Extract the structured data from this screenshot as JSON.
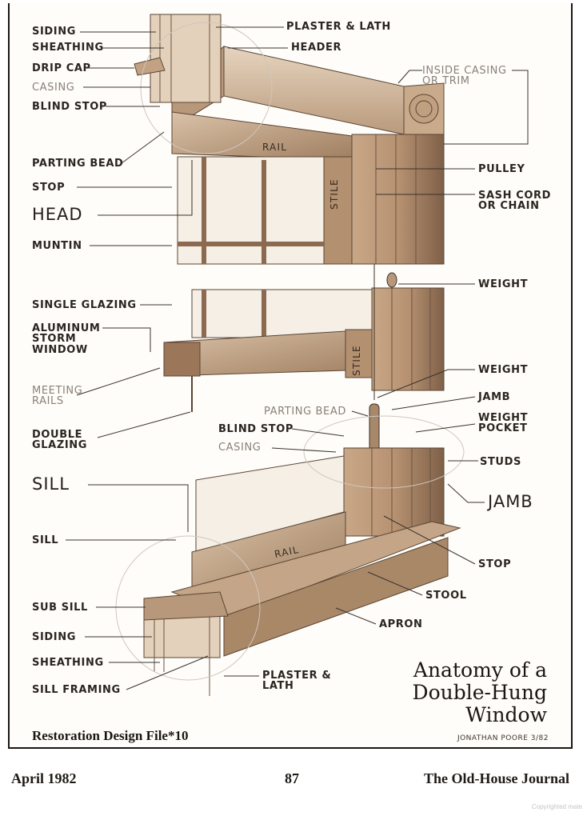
{
  "title": [
    "Anatomy of a",
    "Double-Hung",
    "Window"
  ],
  "series_title": "Restoration Design File*10",
  "signature": "JONATHAN POORE 3/82",
  "footer": {
    "date": "April 1982",
    "page": "87",
    "publication": "The Old-House Journal"
  },
  "watermark": "Copyrighted mate",
  "labels": {
    "siding_top": "SIDING",
    "sheathing_top": "SHEATHING",
    "drip_cap": "DRIP CAP",
    "casing_left": "CASING",
    "blind_stop_top": "BLIND STOP",
    "parting_bead_top": "PARTING BEAD",
    "stop_top": "STOP",
    "head": "HEAD",
    "muntin": "MUNTIN",
    "single_glazing": "SINGLE GLAZING",
    "aluminum_storm": "ALUMINUM\nSTORM\nWINDOW",
    "meeting_rails": "MEETING\nRAILS",
    "double_glazing": "DOUBLE\nGLAZING",
    "sill_heading": "SILL",
    "sill": "SILL",
    "sub_sill": "SUB SILL",
    "siding_bottom": "SIDING",
    "sheathing_bottom": "SHEATHING",
    "sill_framing": "SILL FRAMING",
    "plaster_lath_top": "PLASTER & LATH",
    "header": "HEADER",
    "inside_casing": "INSIDE CASING\nOR TRIM",
    "pulley": "PULLEY",
    "sash_cord": "SASH CORD\nOR CHAIN",
    "weight_1": "WEIGHT",
    "weight_2": "WEIGHT",
    "jamb_small": "JAMB",
    "weight_pocket": "WEIGHT\nPOCKET",
    "parting_bead_mid": "PARTING BEAD",
    "blind_stop_mid": "BLIND STOP",
    "casing_mid": "CASING",
    "studs": "STUDS",
    "jamb_big": "JAMB",
    "stop_bottom": "STOP",
    "stool": "STOOL",
    "apron": "APRON",
    "plaster_lath_bottom": "PLASTER &\nLATH",
    "rail_top": "RAIL",
    "stile_top": "STILE",
    "stile_mid": "STILE",
    "rail_bottom": "RAIL"
  }
}
